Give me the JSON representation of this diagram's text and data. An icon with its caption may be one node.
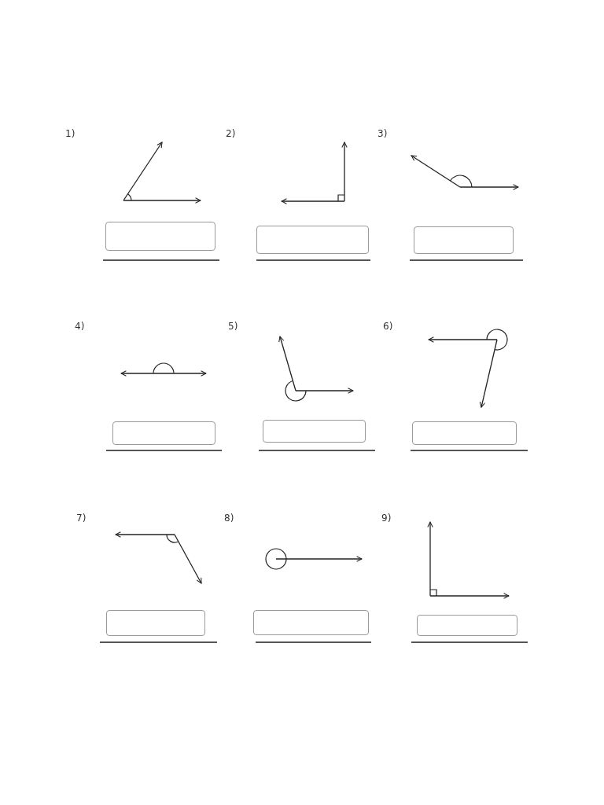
{
  "diagram": {
    "labels": [
      "1)",
      "2)",
      "3)",
      "4)",
      "5)",
      "6)",
      "7)",
      "8)",
      "9)"
    ]
  }
}
